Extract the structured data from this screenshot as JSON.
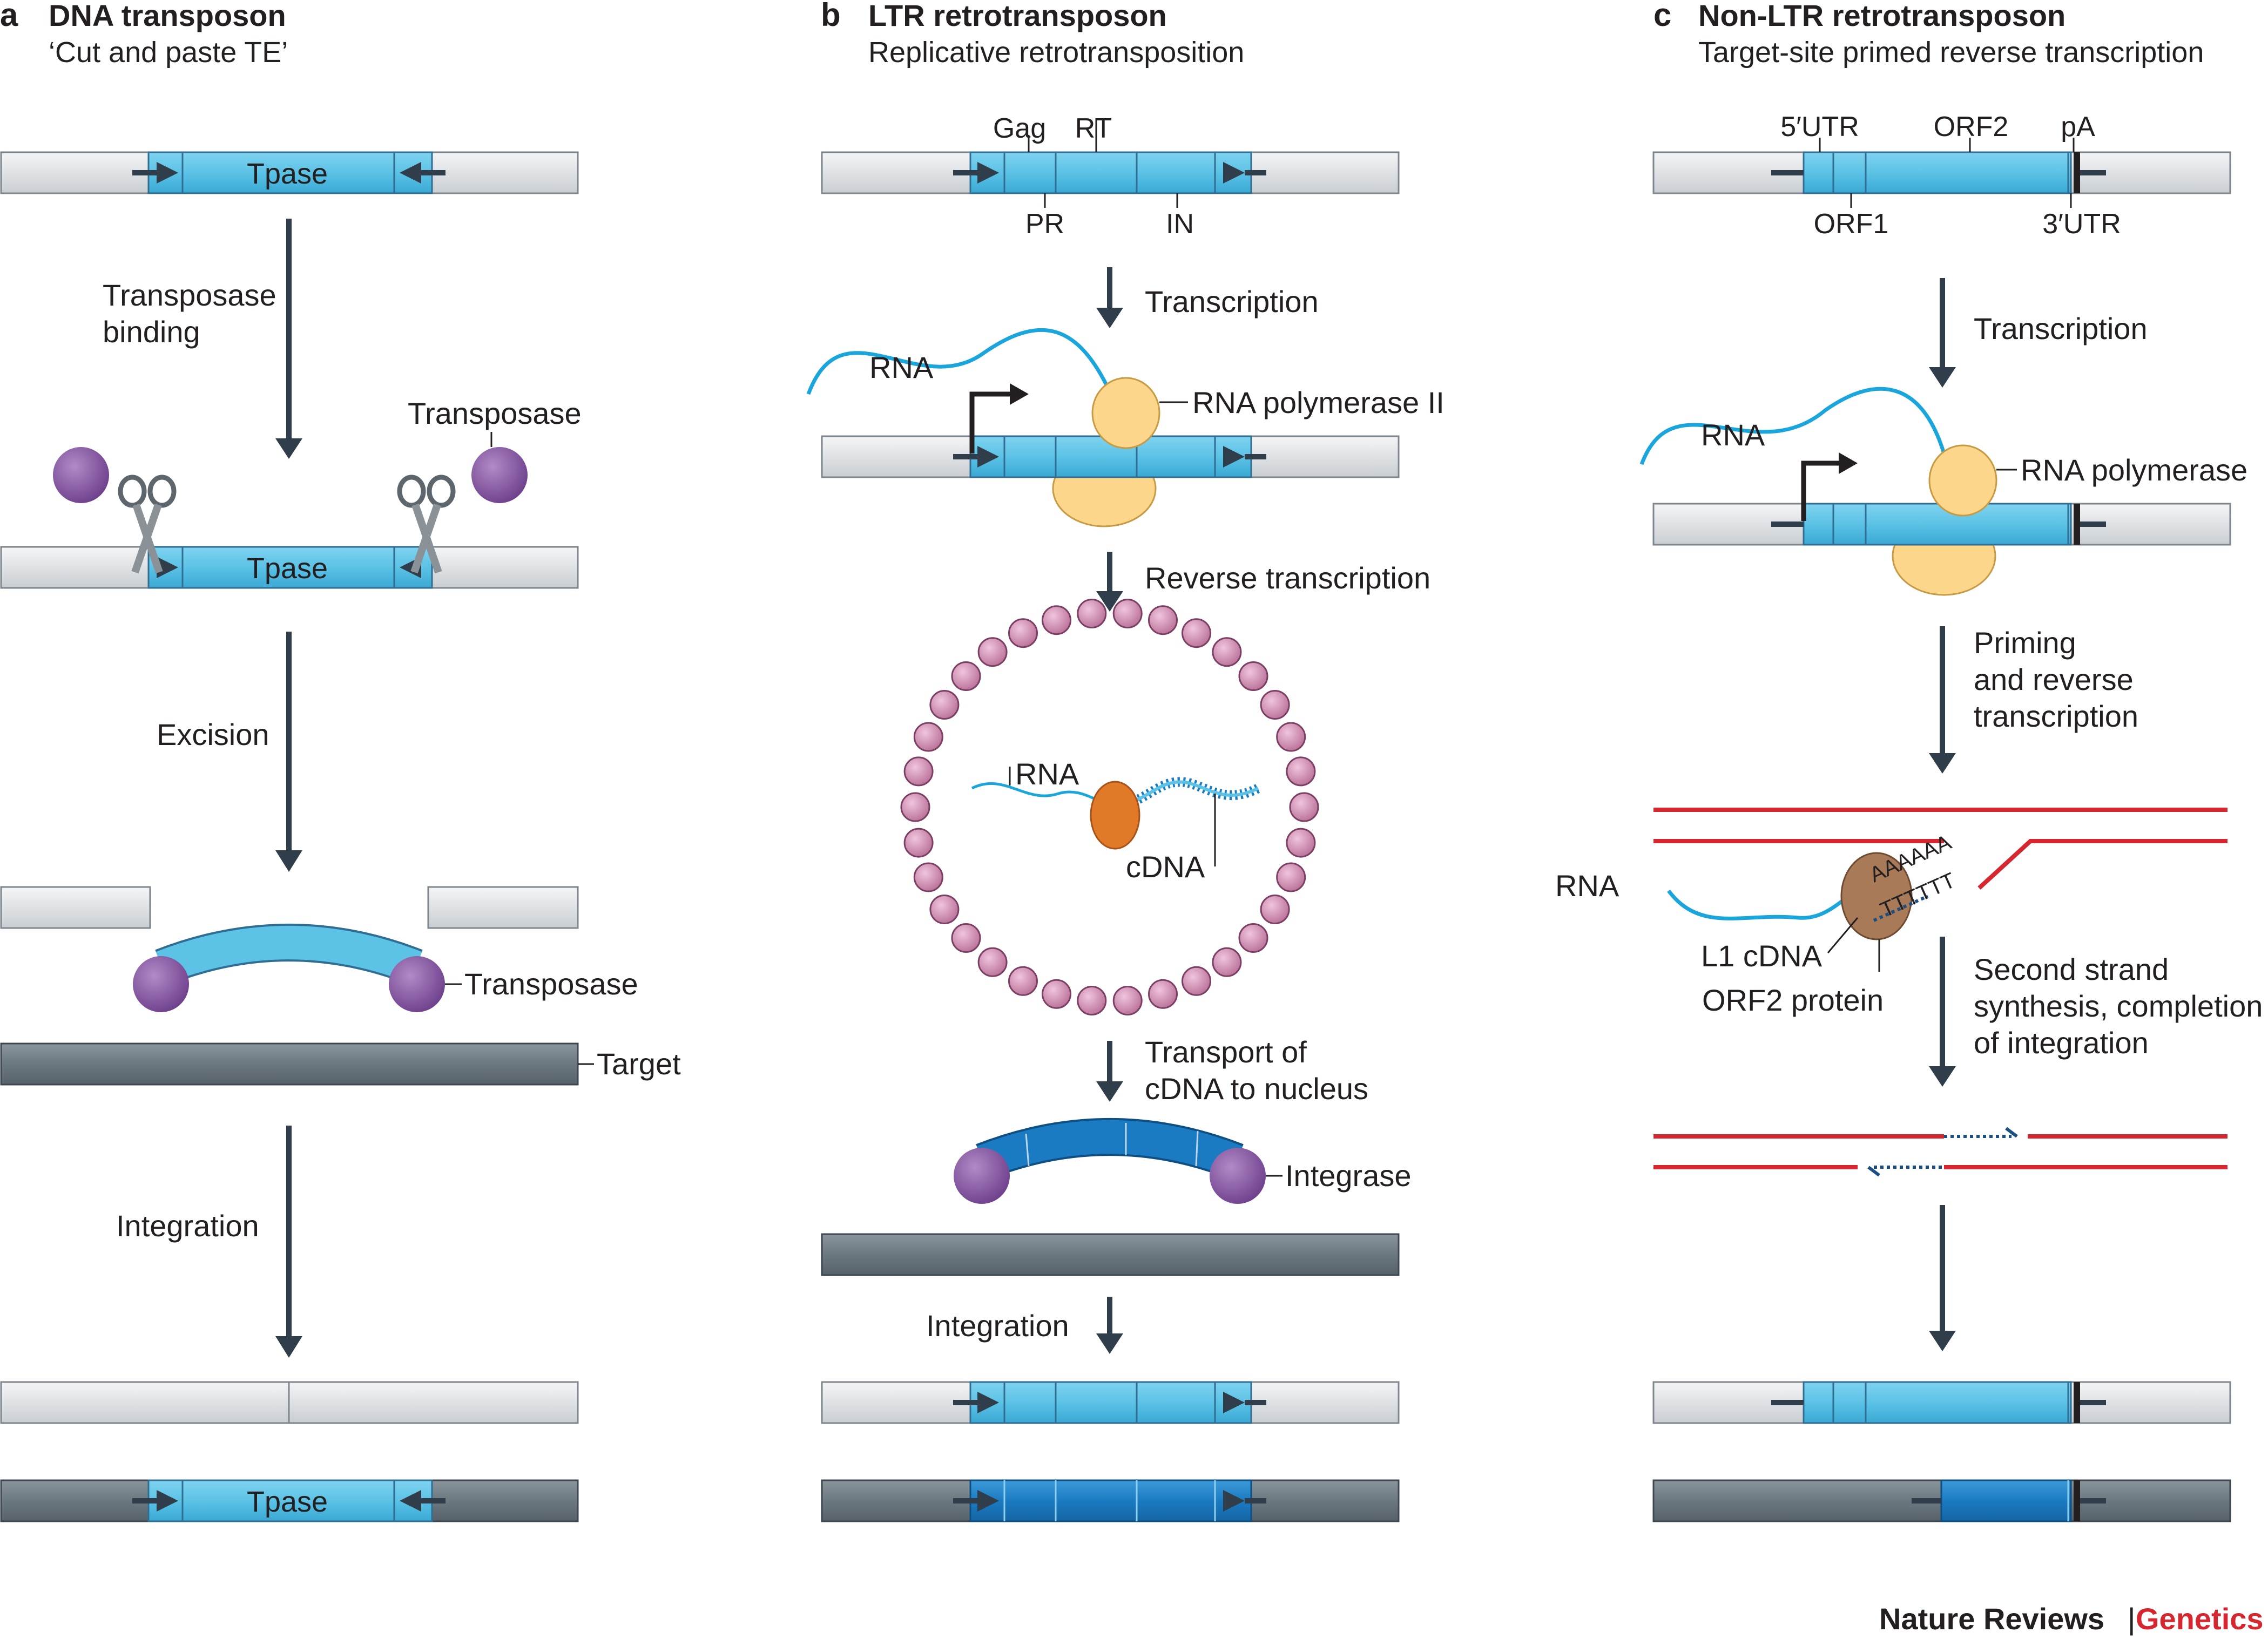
{
  "panels": {
    "a": {
      "letter": "a",
      "title": "DNA transposon",
      "subtitle": "‘Cut and paste TE’",
      "element": "Tpase",
      "step1": "Transposase",
      "step1b": "binding",
      "enzyme": "Transposase",
      "step2": "Excision",
      "enzyme2": "Transposase",
      "target": "Target",
      "step3": "Integration"
    },
    "b": {
      "letter": "b",
      "title": "LTR retrotransposon",
      "subtitle": "Replicative retrotransposition",
      "gag": "Gag",
      "rt": "RT",
      "pr": "PR",
      "in": "IN",
      "step1": "Transcription",
      "rna": "RNA",
      "pol": "RNA polymerase II",
      "step2": "Reverse transcription",
      "rna2": "RNA",
      "cdna": "cDNA",
      "step3": "Transport of",
      "step3b": "cDNA to nucleus",
      "integrase": "Integrase",
      "step4": "Integration"
    },
    "c": {
      "letter": "c",
      "title": "Non-LTR retrotransposon",
      "subtitle": "Target-site primed reverse transcription",
      "utr5": "5′UTR",
      "orf2": "ORF2",
      "pa": "pA",
      "orf1": "ORF1",
      "utr3": "3′UTR",
      "step1": "Transcription",
      "rna": "RNA",
      "pol": "RNA polymerase",
      "step2": "Priming",
      "step2b": "and reverse",
      "step2c": "transcription",
      "rna2": "RNA",
      "polyA": "AAAAAA",
      "polyT": "TTTTTT",
      "l1": "L1 cDNA",
      "orf2p": "ORF2 protein",
      "step3": "Second strand",
      "step3b": "synthesis, completion",
      "step3c": "of integration"
    }
  },
  "credit": {
    "journal": "Nature Reviews",
    "sep": "|",
    "section": "Genetics"
  },
  "colors": {
    "element": "#5cc2e6",
    "element_dark": "#1b7bc2",
    "host": "#e8eaec",
    "target": "#6c7880",
    "arrow": "#2f3e4a",
    "transposase": "#8e5aa6",
    "polymerase": "#fcd68a",
    "capsid": "#d79bbf",
    "rt_enzyme": "#e07a28",
    "orf2_protein": "#a97a58",
    "target_dna": "#d6262f",
    "credit_red": "#d6262f"
  }
}
